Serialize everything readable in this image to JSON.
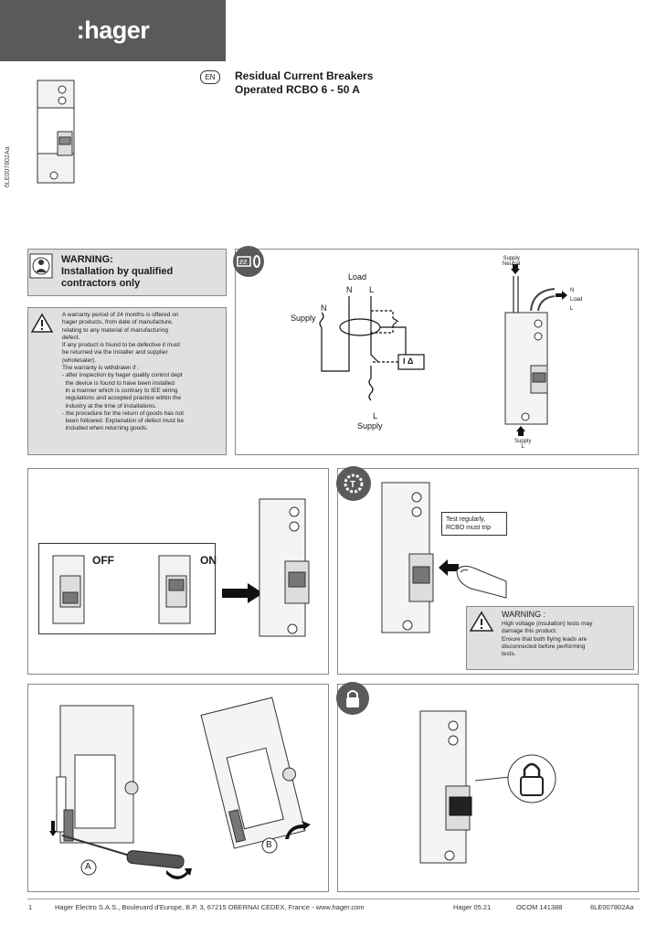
{
  "header": {
    "brand": ":hager",
    "language": "EN",
    "title_line1": "Residual Current Breakers",
    "title_line2": "Operated RCBO 6 - 50 A",
    "side_code": "6LE007802Aa"
  },
  "warning_panel": {
    "heading_line1": "WARNING:",
    "heading_line2": "Installation by qualified",
    "heading_line3": "contractors only",
    "warranty_lines": [
      "A warranty period of 24 months is offered on",
      "hager products, from date of manufacture,",
      "relating to any material of manufacturing",
      "defect.",
      "If any product is found to be defective it must",
      "be returned via the installer and supplier",
      "(wholesaler).",
      "The warranty is withdrawn if :",
      "- after inspection by hager quality control dept",
      "  the device is found to have been installed",
      "  in a manner which is contrary to IEE wiring",
      "  regulations and accepted practice within the",
      "  industry at the time of installations.",
      "- the procedure for the return of goods has not",
      "  been followed. Explanation of defect must be",
      "  included when returning goods."
    ]
  },
  "wiring_panel": {
    "load": "Load",
    "n": "N",
    "l": "L",
    "supply_left": "Supply",
    "supply_bottom": "Supply",
    "idelta": "I Δ",
    "right_supply_top": "Supply\nNeutral",
    "right_n": "N",
    "right_load": "Load",
    "right_l": "L",
    "right_supply_bottom": "Supply\nL"
  },
  "switch_panel": {
    "off": "OFF",
    "on": "ON"
  },
  "test_panel": {
    "callout_line1": "Test regularly,",
    "callout_line2": "RCBO must trip",
    "warning_title": "WARNING :",
    "warning_lines": [
      "High voltage (insulation) tests may",
      "damage this product.",
      "Ensure that both flying leads are",
      "disconnected before performing",
      "tests."
    ]
  },
  "removal_panel": {
    "step_a": "A",
    "step_b": "B"
  },
  "footer": {
    "page": "1",
    "address": "Hager Electro S.A.S., Boulevard d'Europe, B.P. 3, 67215 OBERNAI CEDEX, France - www.hager.com",
    "date": "Hager 05.21",
    "ocom": "OCOM 141388",
    "code": "6LE007802Aa"
  }
}
